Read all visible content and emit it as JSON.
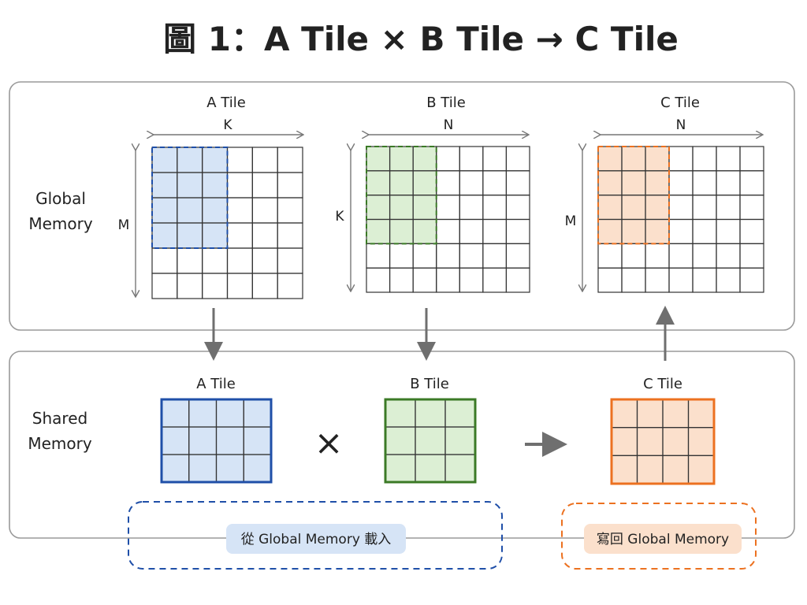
{
  "title": "圖 1：A Tile × B Tile → C Tile",
  "colors": {
    "a_fill": "#d6e4f6",
    "a_stroke": "#1f4fa8",
    "b_fill": "#dcefd4",
    "b_stroke": "#3b7a26",
    "c_fill": "#fbe0cc",
    "c_stroke": "#ec7120",
    "grid": "#333333",
    "panel": "#9a9a9a",
    "arrow": "#6f6f6f"
  },
  "global": {
    "label_line1": "Global",
    "label_line2": "Memory",
    "matrices": [
      {
        "title": "A Tile",
        "top_dim": "K",
        "side_dim": "M",
        "rows": 6,
        "cols": 6,
        "tile_rows": 4,
        "tile_cols": 3,
        "color": "a"
      },
      {
        "title": "B Tile",
        "top_dim": "N",
        "side_dim": "K",
        "rows": 6,
        "cols": 7,
        "tile_rows": 4,
        "tile_cols": 3,
        "color": "b"
      },
      {
        "title": "C Tile",
        "top_dim": "N",
        "side_dim": "M",
        "rows": 6,
        "cols": 7,
        "tile_rows": 4,
        "tile_cols": 3,
        "color": "c"
      }
    ]
  },
  "shared": {
    "label_line1": "Shared",
    "label_line2": "Memory",
    "tiles": [
      {
        "title": "A Tile",
        "rows": 3,
        "cols": 4,
        "color": "a"
      },
      {
        "title": "B Tile",
        "rows": 3,
        "cols": 3,
        "color": "b"
      },
      {
        "title": "C Tile",
        "rows": 3,
        "cols": 4,
        "color": "c"
      }
    ],
    "times_symbol": "×"
  },
  "legend": {
    "load": "從 Global Memory 載入",
    "writeback": "寫回 Global Memory"
  }
}
